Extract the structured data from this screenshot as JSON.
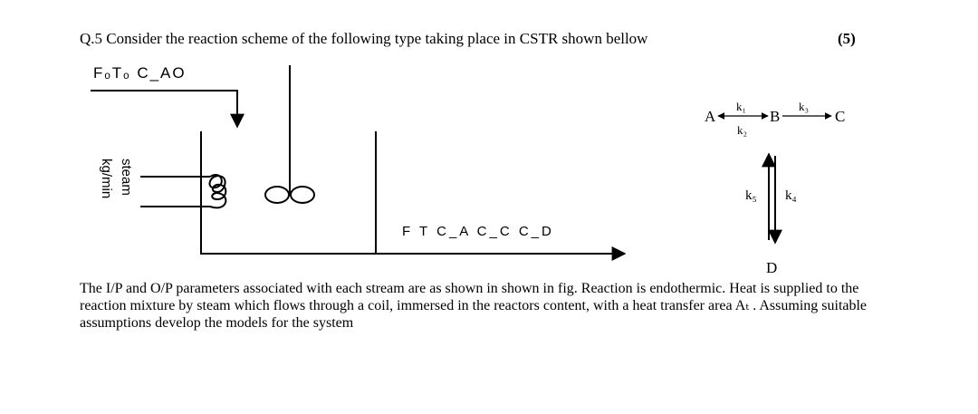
{
  "question": {
    "text": "Q.5 Consider the reaction scheme of the following type taking place in CSTR shown bellow",
    "marks": "(5)"
  },
  "diagram": {
    "feed_label": "FₒTₒ C_AO",
    "steam_label": "steam",
    "steam_units": "kg/min",
    "outlet_label": "F T C_A C_C C_D"
  },
  "reaction_scheme": {
    "species_a": "A",
    "species_b": "B",
    "species_c": "C",
    "species_d": "D",
    "k1": "k₁",
    "k2": "k₂",
    "k3": "k₃",
    "k4": "k₄",
    "k5": "k₅"
  },
  "body": {
    "paragraph": "The I/P and O/P parameters associated with each stream are as shown in shown in fig. Reaction is endothermic. Heat is supplied to the reaction mixture by steam which flows through a coil, immersed in the reactors content, with a heat transfer area Aₜ . Assuming suitable assumptions develop the models for the system"
  }
}
